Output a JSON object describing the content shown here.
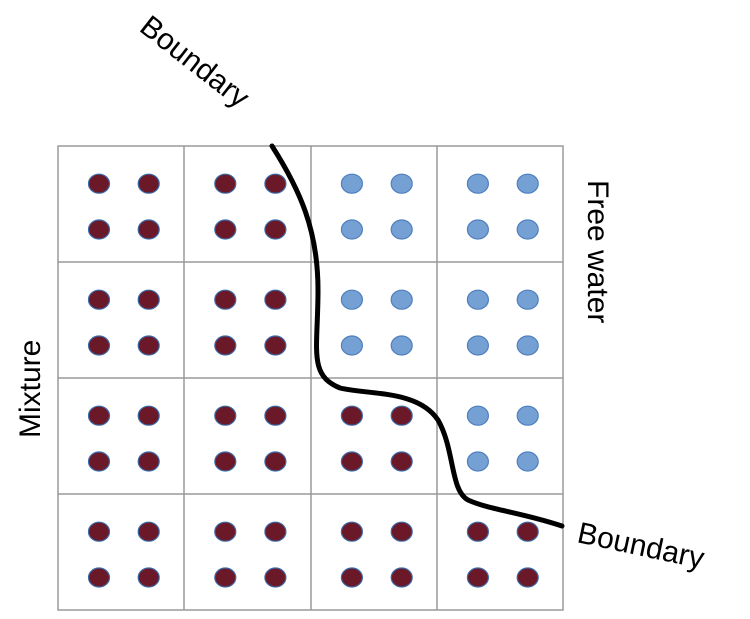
{
  "labels": {
    "boundary_top": "Boundary",
    "boundary_bottom": "Boundary",
    "free_water": "Free water",
    "mixture": "Mixture"
  },
  "grid": {
    "rows": 4,
    "cols": 4,
    "dots_per_cell": 4,
    "cells": [
      [
        "mixture",
        "mixture",
        "free_water",
        "free_water"
      ],
      [
        "mixture",
        "mixture",
        "free_water",
        "free_water"
      ],
      [
        "mixture",
        "mixture",
        "mixture",
        "free_water"
      ],
      [
        "mixture",
        "mixture",
        "mixture",
        "mixture"
      ]
    ]
  },
  "colors": {
    "mixture_dot": "#6b1828",
    "mixture_dot_edge": "#3a6aa8",
    "free_water_dot": "#74a0d4",
    "free_water_dot_edge": "#4f7fbe",
    "grid_line": "#9a9a9a",
    "boundary_line": "#000000"
  }
}
